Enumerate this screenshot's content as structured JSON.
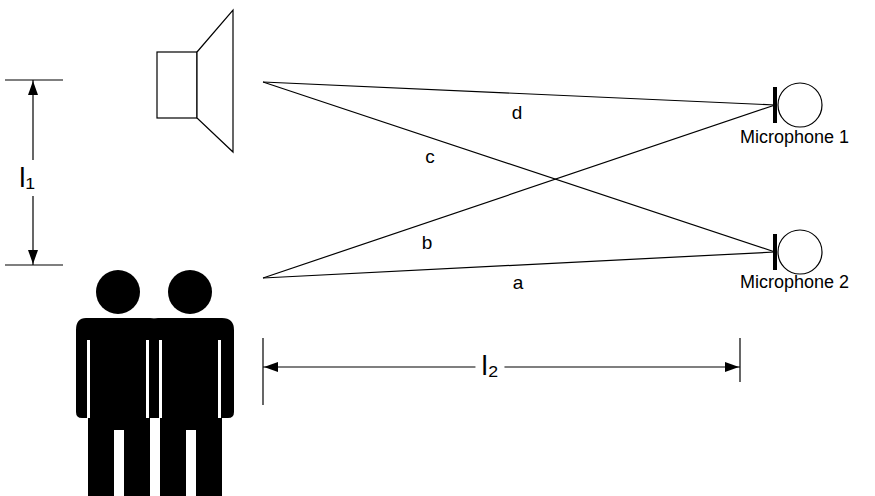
{
  "diagram": {
    "nodes": [
      {
        "text": [
          "Microphone 1"
        ]
      },
      {
        "text": [
          "Microphone 2"
        ]
      }
    ],
    "labels": [
      "l₁",
      "d",
      "c",
      "b",
      "a",
      "l₂"
    ]
  }
}
